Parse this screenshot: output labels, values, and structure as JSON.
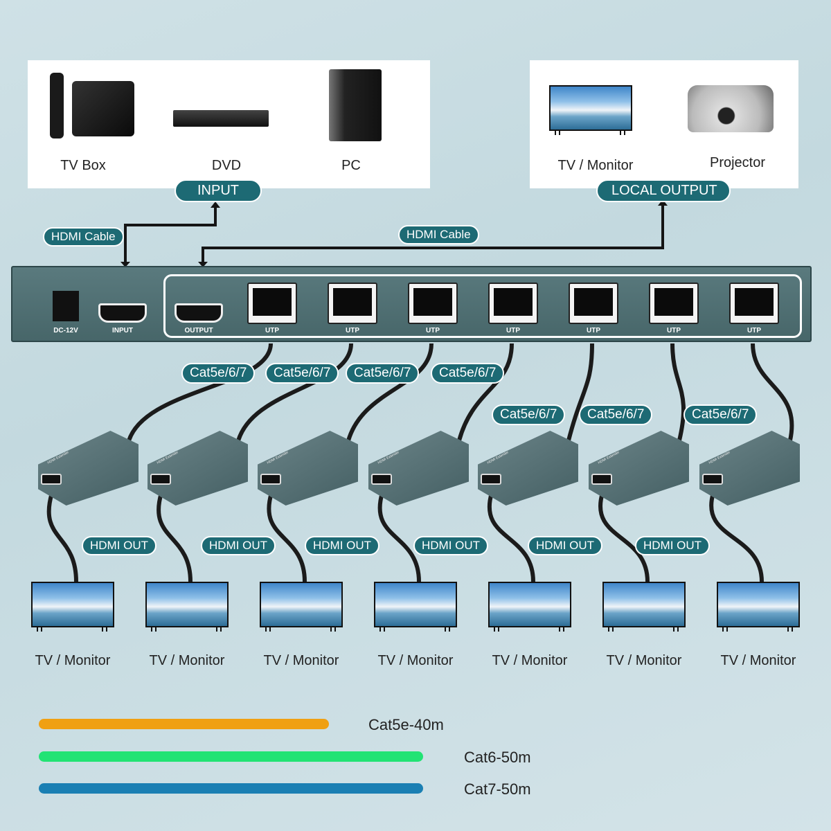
{
  "input_panel": {
    "devices": [
      {
        "label": "TV Box",
        "icon": "tv-box-icon"
      },
      {
        "label": "DVD",
        "icon": "dvd-player-icon"
      },
      {
        "label": "PC",
        "icon": "pc-tower-icon"
      }
    ],
    "badge": "INPUT"
  },
  "output_panel": {
    "devices": [
      {
        "label": "TV / Monitor",
        "icon": "tv-icon"
      },
      {
        "label": "Projector",
        "icon": "projector-icon"
      }
    ],
    "badge": "LOCAL OUTPUT"
  },
  "cable_labels": {
    "input_cable": "HDMI Cable",
    "output_cable": "HDMI Cable"
  },
  "splitter": {
    "ports": {
      "power": "DC-12V",
      "input": "INPUT",
      "output": "OUTPUT",
      "utp": [
        "UTP",
        "UTP",
        "UTP",
        "UTP",
        "UTP",
        "UTP",
        "UTP"
      ]
    }
  },
  "cat_labels": [
    "Cat5e/6/7",
    "Cat5e/6/7",
    "Cat5e/6/7",
    "Cat5e/6/7",
    "Cat5e/6/7",
    "Cat5e/6/7",
    "Cat5e/6/7"
  ],
  "receiver_brand": "HDMI Extender",
  "hdmi_out_labels": [
    "HDMI OUT",
    "HDMI OUT",
    "HDMI OUT",
    "HDMI OUT",
    "HDMI OUT",
    "HDMI OUT"
  ],
  "displays": [
    "TV / Monitor",
    "TV / Monitor",
    "TV / Monitor",
    "TV / Monitor",
    "TV / Monitor",
    "TV / Monitor",
    "TV / Monitor"
  ],
  "legend": [
    {
      "label": "Cat5e-40m",
      "color": "#f0a012",
      "distance_m": 40
    },
    {
      "label": "Cat6-50m",
      "color": "#22e374",
      "distance_m": 50
    },
    {
      "label": "Cat7-50m",
      "color": "#1a7fb3",
      "distance_m": 50
    }
  ],
  "colors": {
    "badge": "#1d6a74",
    "device": "#4e6e72"
  }
}
